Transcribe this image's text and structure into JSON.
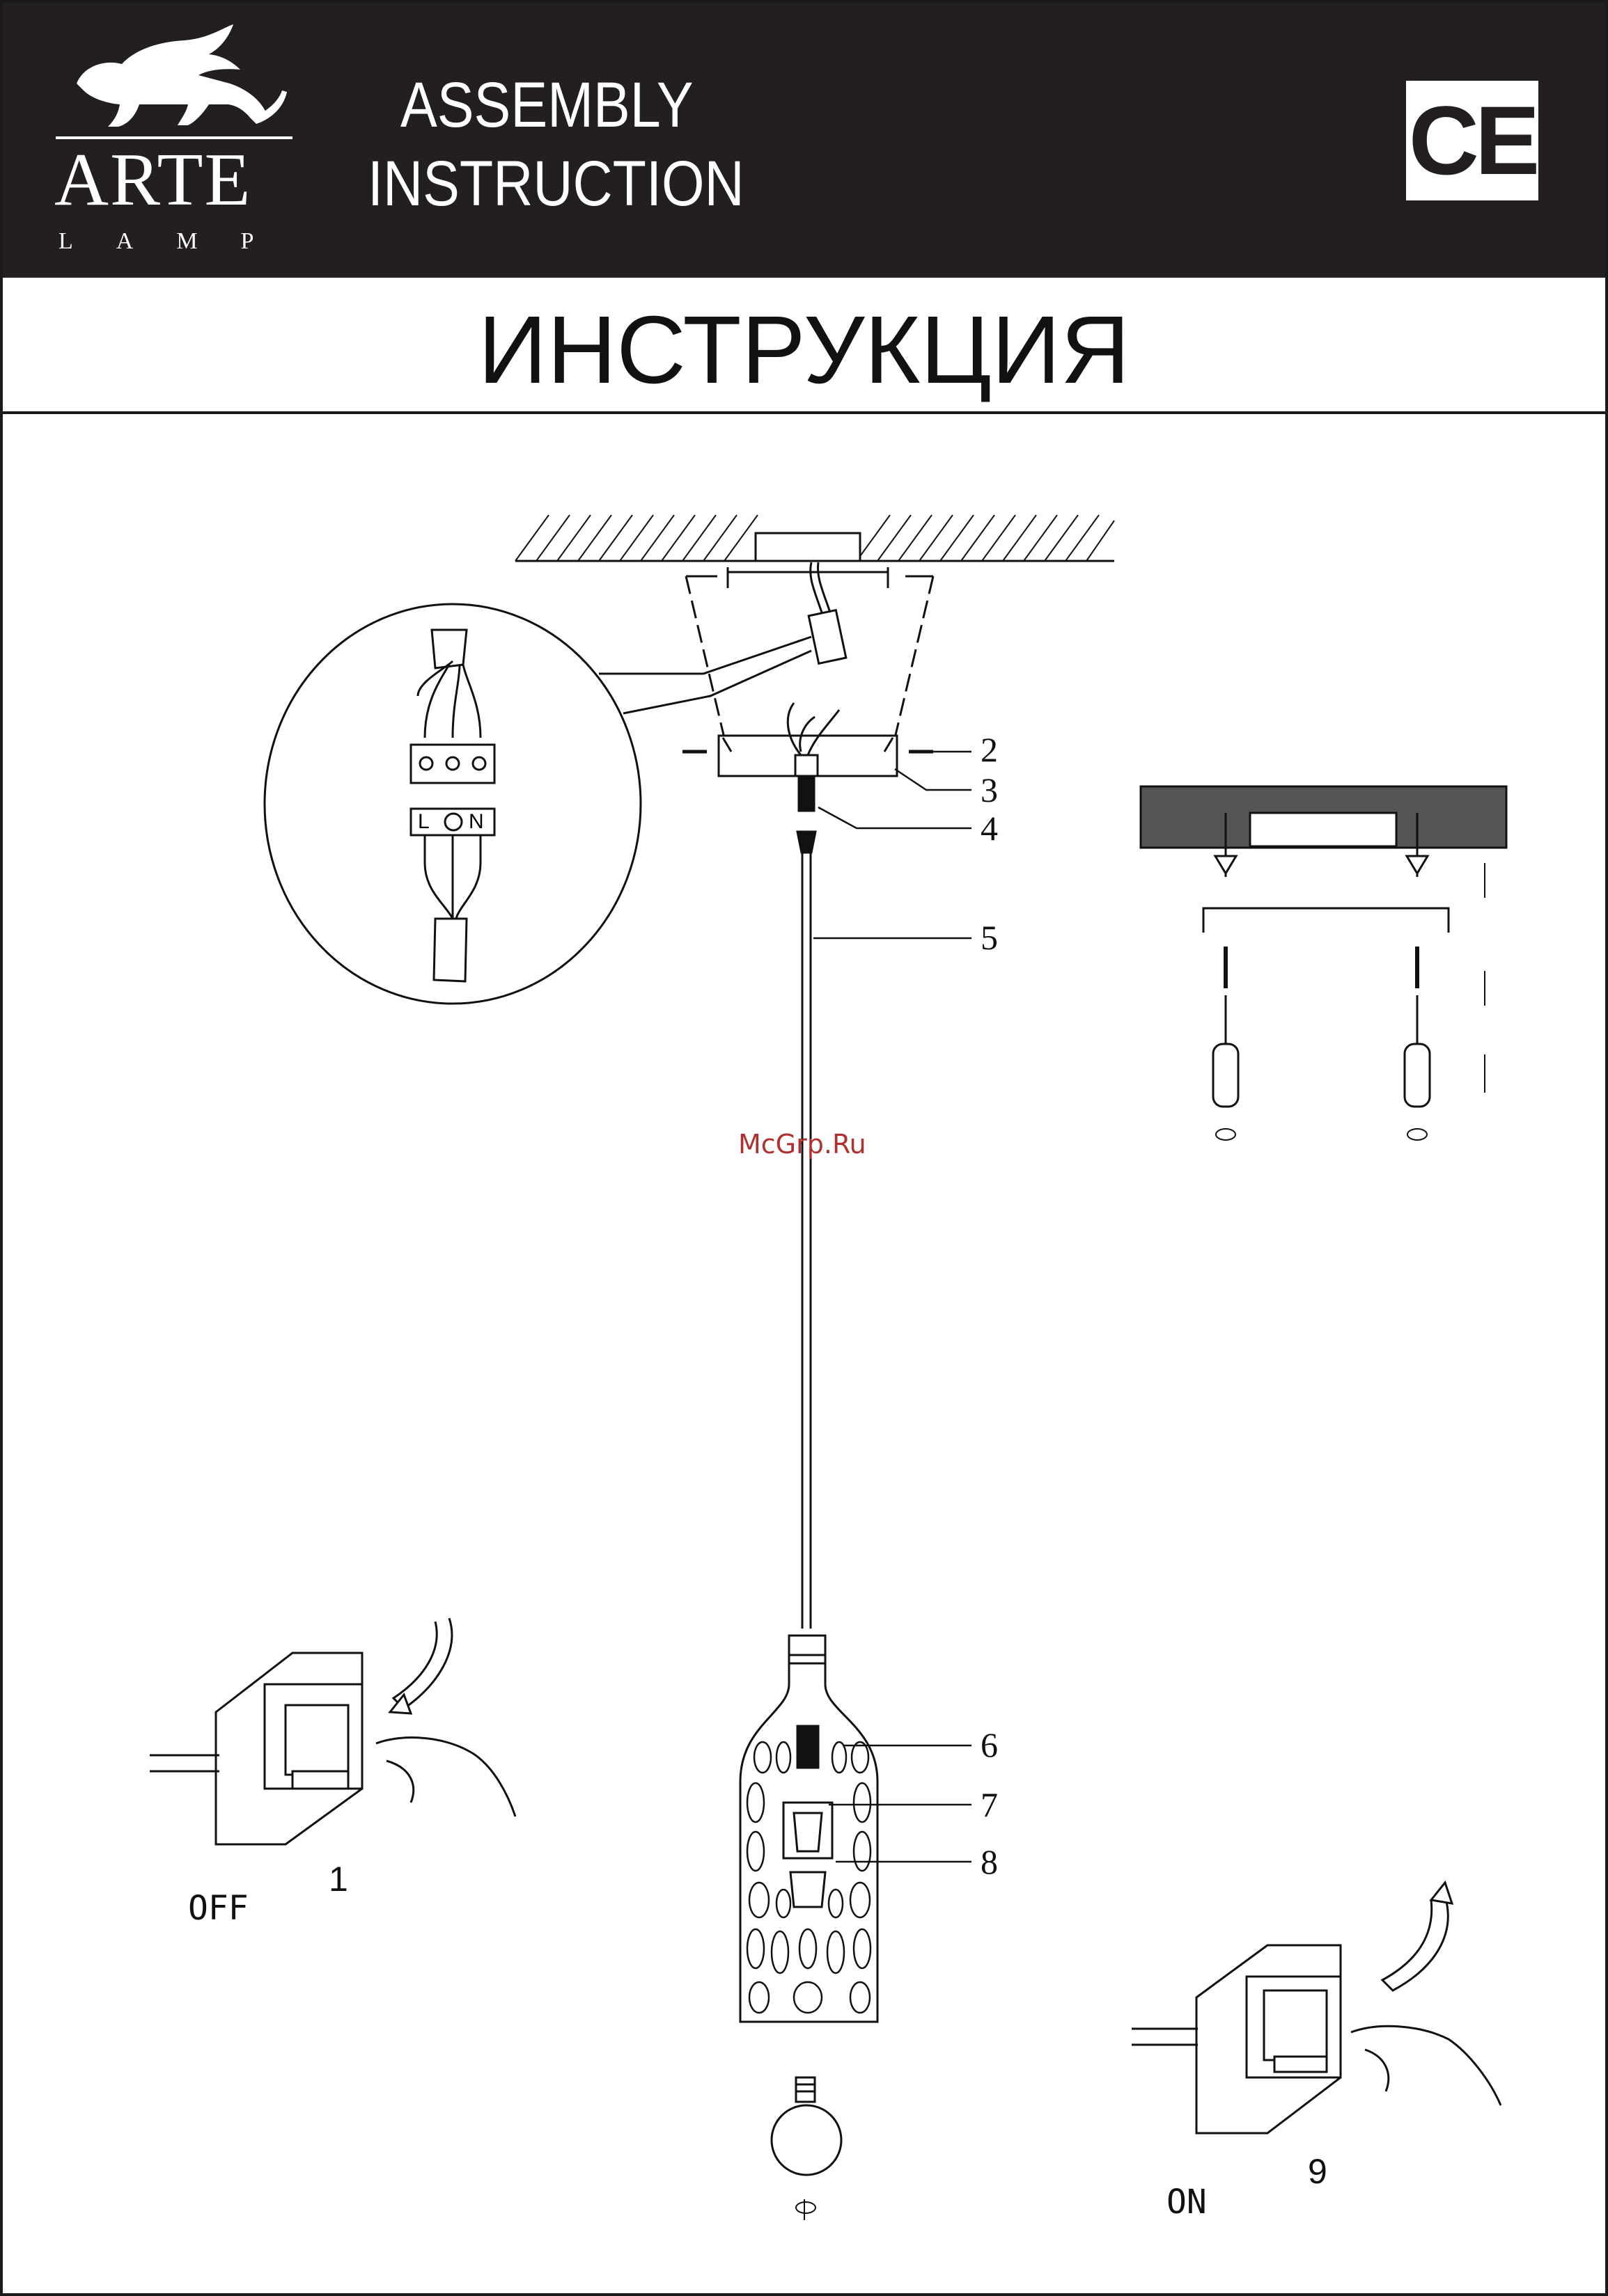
{
  "header": {
    "brand": "ARTE",
    "brand_sub": "LAMP",
    "title_line1": "ASSEMBLY",
    "title_line2": "INSTRUCTION",
    "mark": "CE"
  },
  "title_ru": "ИНСТРУКЦИЯ",
  "callouts": [
    "2",
    "3",
    "4",
    "5",
    "6",
    "7",
    "8"
  ],
  "steps": {
    "first_label": "OFF",
    "first_num": "1",
    "last_label": "ON",
    "last_num": "9"
  },
  "wiring_terminals": [
    "L",
    "N"
  ],
  "watermark": "McGrp.Ru",
  "colors": {
    "header_bg": "#231f20",
    "ink": "#111111",
    "watermark": "#b0302f"
  }
}
